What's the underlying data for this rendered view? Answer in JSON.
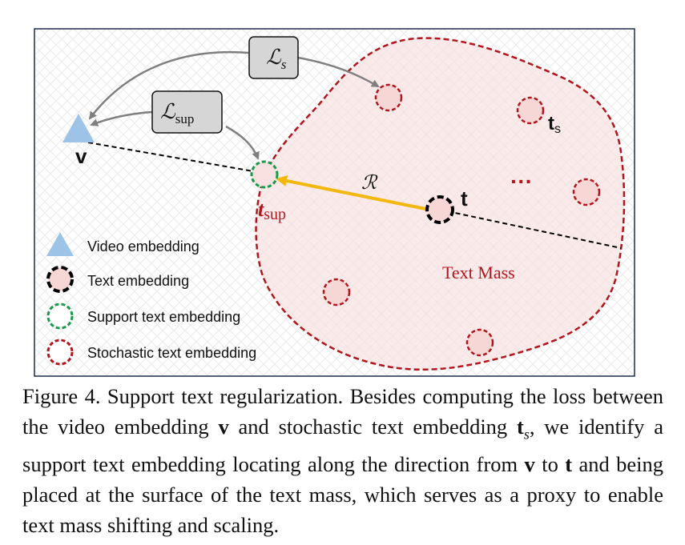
{
  "diagram": {
    "loss_s_label": "ℒ",
    "loss_s_sub": "s",
    "loss_sup_label": "ℒ",
    "loss_sup_sub": "sup",
    "v_label": "v",
    "t_label": "t",
    "ts_label": "t",
    "ts_sub": "s",
    "tsup_label": "t",
    "tsup_sub": "sup",
    "r_label": "ℛ",
    "dots_label": "···",
    "text_mass_label": "Text Mass",
    "colors": {
      "mass_border": "#b2161d",
      "mass_fill": "#f9e1e1",
      "video_triangle": "#9dc3e6",
      "support_border": "#1a9a4a",
      "arrow_r": "#f2b810",
      "arrow_gray": "#7f7f7f",
      "loss_box_fill": "#d6d6d6"
    }
  },
  "legend": [
    {
      "name": "legend-video-embedding",
      "label": "Video embedding",
      "icon": "triangle-icon"
    },
    {
      "name": "legend-text-embedding",
      "label": "Text embedding",
      "icon": "black-dashed-circle-icon"
    },
    {
      "name": "legend-support-text-embedding",
      "label": "Support text embedding",
      "icon": "green-dashed-circle-icon"
    },
    {
      "name": "legend-stochastic-text-embedding",
      "label": "Stochastic text embedding",
      "icon": "red-dashed-circle-icon"
    }
  ],
  "caption": {
    "p1": "Figure 4. Support text regularization. Besides computing the loss between the video embedding ",
    "v1": "v",
    "p2": " and stochastic text embedding ",
    "ts": "t",
    "ts_sub": "s",
    "p3": ", we identify a support text embedding locating along the direction from ",
    "v2": "v",
    "p4": " to ",
    "t1": "t",
    "p5": " and being placed at the surface of the text mass, which serves as a proxy to enable text mass shifting and scaling."
  }
}
